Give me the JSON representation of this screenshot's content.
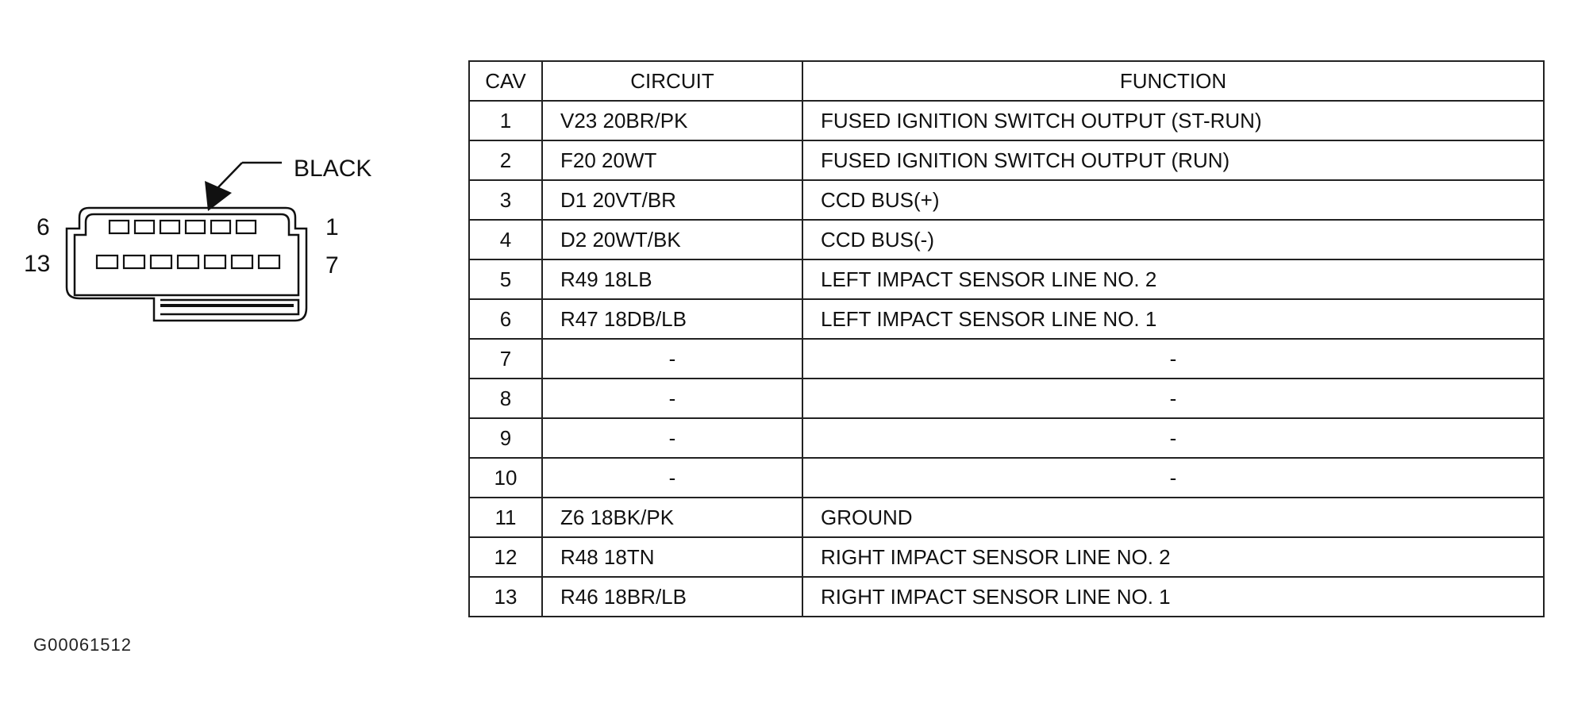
{
  "connector": {
    "color_label": "BLACK",
    "pin_labels": {
      "top_left": "6",
      "top_right": "1",
      "bottom_left": "13",
      "bottom_right": "7"
    }
  },
  "table": {
    "headers": {
      "cav": "CAV",
      "circuit": "CIRCUIT",
      "function": "FUNCTION"
    },
    "rows": [
      {
        "cav": "1",
        "circuit": "V23 20BR/PK",
        "function": "FUSED IGNITION SWITCH OUTPUT (ST-RUN)"
      },
      {
        "cav": "2",
        "circuit": "F20 20WT",
        "function": "FUSED IGNITION SWITCH OUTPUT (RUN)"
      },
      {
        "cav": "3",
        "circuit": "D1 20VT/BR",
        "function": "CCD BUS(+)"
      },
      {
        "cav": "4",
        "circuit": "D2 20WT/BK",
        "function": "CCD BUS(-)"
      },
      {
        "cav": "5",
        "circuit": "R49 18LB",
        "function": "LEFT IMPACT SENSOR LINE NO. 2"
      },
      {
        "cav": "6",
        "circuit": "R47 18DB/LB",
        "function": "LEFT IMPACT SENSOR LINE NO. 1"
      },
      {
        "cav": "7",
        "circuit": "-",
        "function": "-"
      },
      {
        "cav": "8",
        "circuit": "-",
        "function": "-"
      },
      {
        "cav": "9",
        "circuit": "-",
        "function": "-"
      },
      {
        "cav": "10",
        "circuit": "-",
        "function": "-"
      },
      {
        "cav": "11",
        "circuit": "Z6 18BK/PK",
        "function": "GROUND"
      },
      {
        "cav": "12",
        "circuit": "R48 18TN",
        "function": "RIGHT IMPACT SENSOR LINE NO. 2"
      },
      {
        "cav": "13",
        "circuit": "R46 18BR/LB",
        "function": "RIGHT IMPACT SENSOR LINE NO. 1"
      }
    ]
  },
  "figure_id": "G00061512"
}
